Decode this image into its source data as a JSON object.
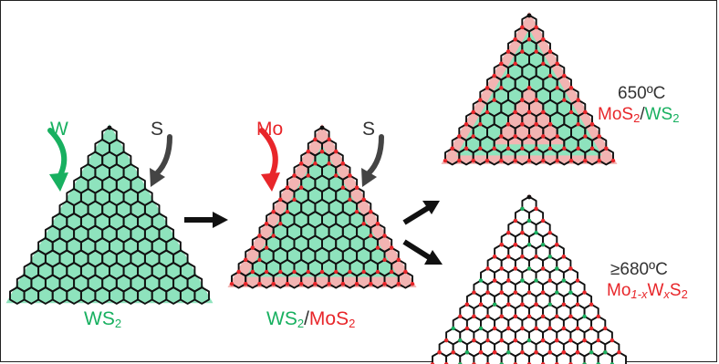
{
  "colors": {
    "green": "#18b060",
    "light_green": "#8ee3bd",
    "red": "#e8262a",
    "light_red": "#f2b4b2",
    "dark_gray": "#444444",
    "black": "#111111"
  },
  "stage1": {
    "metal_label": "W",
    "chalcogen_label": "S",
    "caption_main": "WS",
    "caption_sub": "2"
  },
  "stage2": {
    "metal_label": "Mo",
    "chalcogen_label": "S",
    "caption_a_main": "WS",
    "caption_a_sub": "2",
    "caption_sep": "/",
    "caption_b_main": "MoS",
    "caption_b_sub": "2"
  },
  "outcome_650": {
    "temperature": "650ºC",
    "core_main": "MoS",
    "core_sub": "2",
    "sep": "/",
    "shell_main": "WS",
    "shell_sub": "2"
  },
  "outcome_680": {
    "temperature": "≥680ºC",
    "f1": "Mo",
    "f1_sub": "1-x",
    "f2": "W",
    "f2_sub": "x",
    "f3": "S",
    "f3_sub": "2"
  }
}
